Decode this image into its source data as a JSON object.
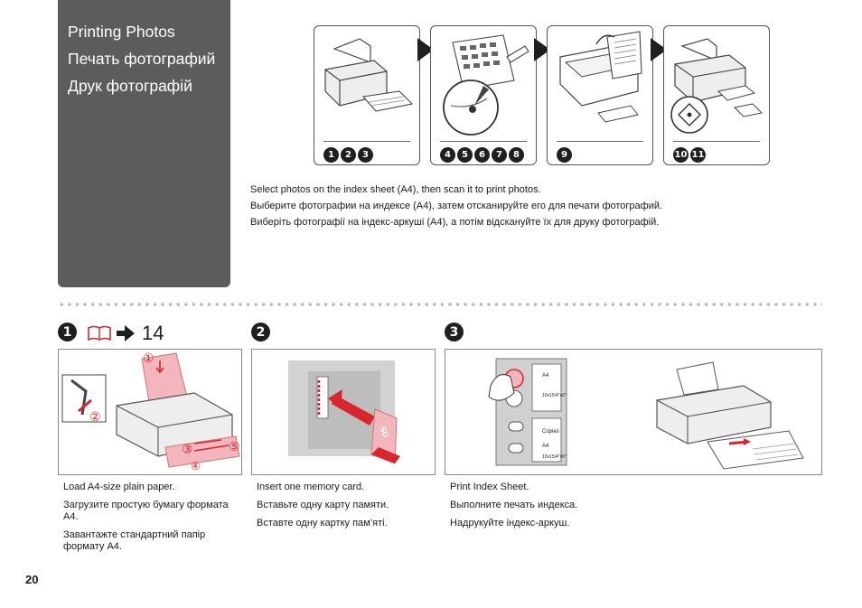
{
  "section_titles": [
    "Printing Photos",
    "Печать фотографий",
    "Друк фотографій"
  ],
  "overview": [
    {
      "badges": [
        "1",
        "2",
        "3"
      ]
    },
    {
      "badges": [
        "4",
        "5",
        "6",
        "7",
        "8"
      ]
    },
    {
      "badges": [
        "9"
      ]
    },
    {
      "badges": [
        "10",
        "11"
      ]
    }
  ],
  "intro": [
    "Select photos on the index sheet (A4), then scan it to print photos.",
    "Выберите фотографии на индексе (A4), затем отсканируйте его для печати фотографий.",
    "Виберіть фотографії на індекс-аркуші (A4), а потім відскануйте їх для друку фотографій."
  ],
  "steps": [
    {
      "number": "1",
      "ref_page": "14",
      "callouts": [
        "①",
        "②",
        "③",
        "④",
        "⑤"
      ],
      "captions": [
        "Load A4-size plain paper.",
        "Загрузите простую бумагу формата A4.",
        "Завантажте стандартний папір формату A4."
      ]
    },
    {
      "number": "2",
      "card_label": "SD",
      "captions": [
        "Insert one memory card.",
        "Вставьте одну карту памяти.",
        "Вставте одну картку пам’яті."
      ]
    },
    {
      "number": "3",
      "panel_labels": [
        "A4",
        "10x15/4\"x6\"",
        "Copies",
        "A4",
        "10x15/4\"x6\""
      ],
      "captions": [
        "Print Index Sheet.",
        "Выполните печать индекса.",
        "Надрукуйте індекс-аркуш."
      ]
    }
  ],
  "page_number": "20",
  "colors": {
    "panel": "#5c5c5e",
    "accent_red": "#d8262e",
    "pink": "#f3b6bd"
  }
}
